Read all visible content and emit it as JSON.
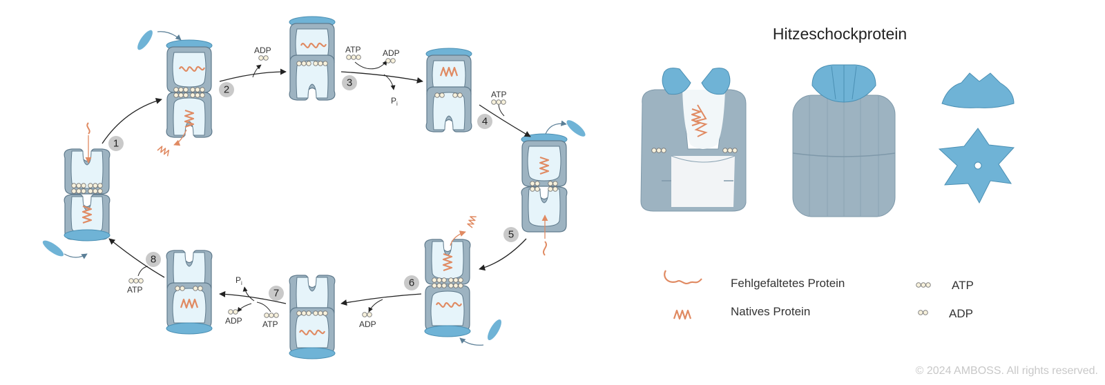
{
  "title": "Hitzeschockprotein",
  "cycle_steps": [
    "1",
    "2",
    "3",
    "4",
    "5",
    "6",
    "7",
    "8"
  ],
  "molecule_labels": {
    "adp": "ADP",
    "atp": "ATP",
    "p": "P",
    "p_sub": "i"
  },
  "legend": {
    "misfolded": "Fehlgefaltetes Protein",
    "native": "Natives Protein",
    "atp": "ATP",
    "adp": "ADP"
  },
  "copyright": "© 2024 AMBOSS. All rights reserved.",
  "colors": {
    "chamber": "#9db3c1",
    "chamber_stroke": "#5f7a8c",
    "interior": "#e6f4fa",
    "lid": "#6fb3d6",
    "lid_stroke": "#4a8fb3",
    "protein": "#e08a62",
    "nucleotide": "#f7f1dc"
  }
}
